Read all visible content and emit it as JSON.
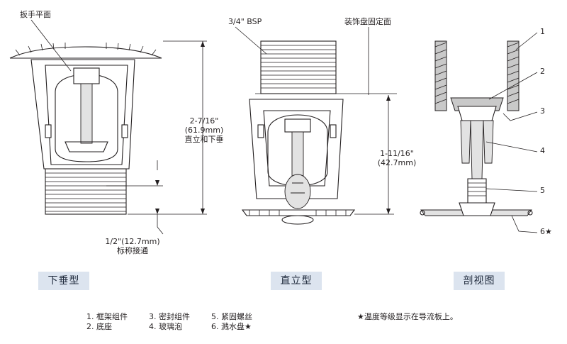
{
  "labels": {
    "wrench_flats": "扳手平面",
    "height_dim": "2-7/16\"",
    "height_mm": "(61.9mm)",
    "height_note": "直立和下垂",
    "inlet_dim": "1/2\"(12.7mm)",
    "inlet_note": "标称接通",
    "thread": "3/4\" BSP",
    "escutcheon_face": "装饰盘固定面",
    "upright_dim": "1-11/16\"",
    "upright_mm": "(42.7mm)"
  },
  "callouts": [
    "1",
    "2",
    "3",
    "4",
    "5",
    "6★"
  ],
  "titles": {
    "pendent": "下垂型",
    "upright": "直立型",
    "section": "剖视图"
  },
  "legend": {
    "col1": [
      "1. 框架组件",
      "2. 底座"
    ],
    "col2": [
      "3. 密封组件",
      "4. 玻璃泡"
    ],
    "col3": [
      "5. 紧固螺丝",
      "6. 溅水盘★"
    ]
  },
  "footnote": "★温度等级显示在导流板上。"
}
